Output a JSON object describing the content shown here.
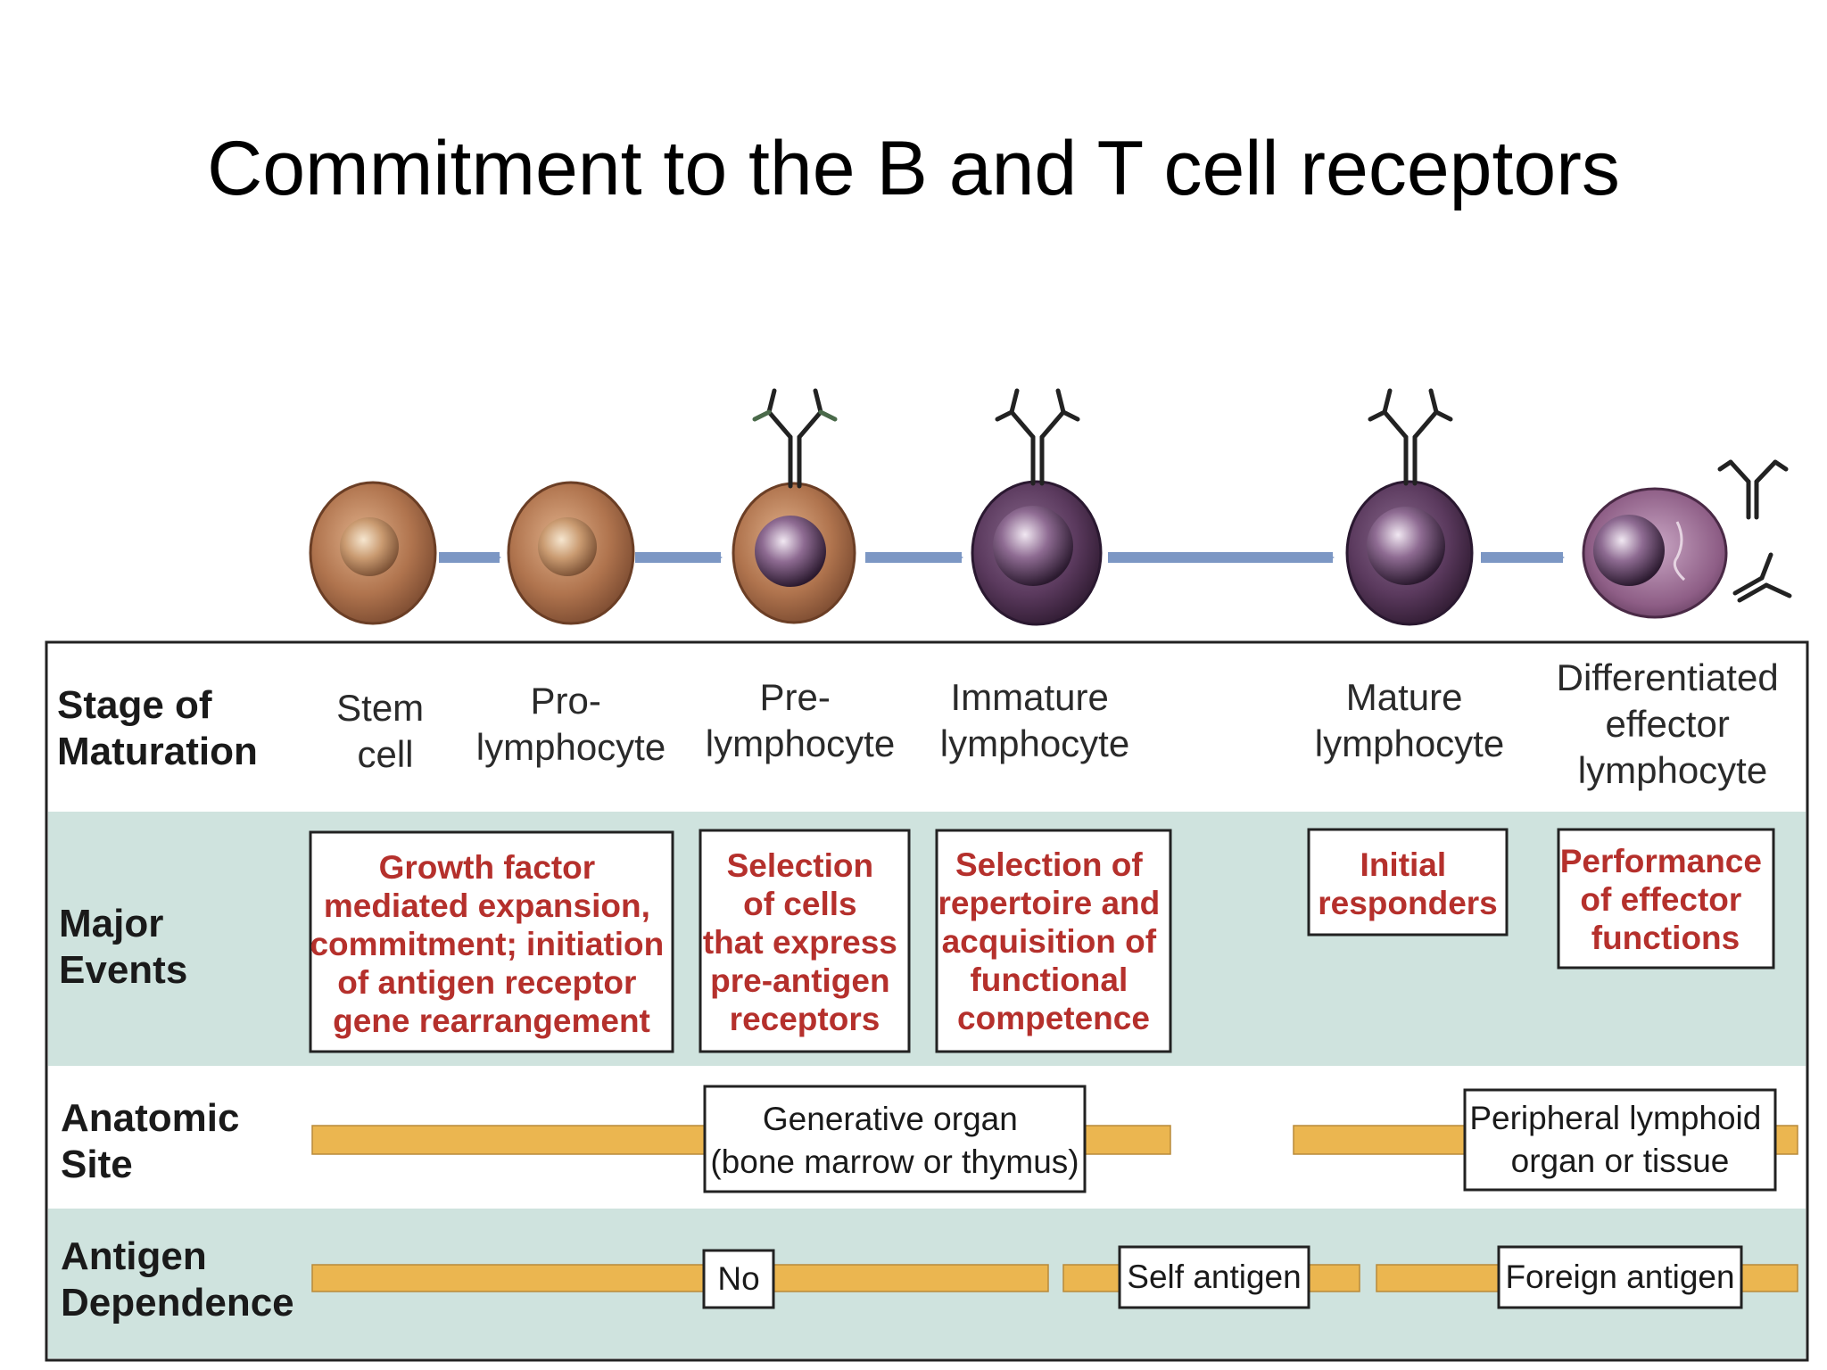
{
  "title": "Commitment to the B and T cell receptors",
  "row_labels": {
    "stage": [
      "Stage of",
      "Maturation"
    ],
    "events": [
      "Major",
      "Events"
    ],
    "site": [
      "Anatomic",
      "Site"
    ],
    "antigen": [
      "Antigen",
      "Dependence"
    ]
  },
  "stages": [
    {
      "lines": [
        "Stem",
        "cell"
      ]
    },
    {
      "lines": [
        "Pro-",
        "lymphocyte"
      ]
    },
    {
      "lines": [
        "Pre-",
        "lymphocyte"
      ]
    },
    {
      "lines": [
        "Immature",
        "lymphocyte"
      ]
    },
    {
      "lines": [
        "Mature",
        "lymphocyte"
      ]
    },
    {
      "lines": [
        "Differentiated",
        "effector",
        "lymphocyte"
      ]
    }
  ],
  "events": [
    {
      "lines": [
        "Growth factor",
        "mediated expansion,",
        "commitment; initiation",
        "of antigen receptor",
        "gene rearrangement"
      ]
    },
    {
      "lines": [
        "Selection",
        "of cells",
        "that express",
        "pre-antigen",
        "receptors"
      ]
    },
    {
      "lines": [
        "Selection of",
        "repertoire and",
        "acquisition of",
        "functional",
        "competence"
      ]
    },
    {
      "lines": [
        "Initial",
        "responders"
      ]
    },
    {
      "lines": [
        "Performance",
        "of effector",
        "functions"
      ]
    }
  ],
  "sites": [
    {
      "lines": [
        "Generative organ",
        "(bone marrow or thymus)"
      ]
    },
    {
      "lines": [
        "Peripheral lymphoid",
        "organ or tissue"
      ]
    }
  ],
  "antigen_labels": [
    {
      "lines": [
        "No"
      ]
    },
    {
      "lines": [
        "Self antigen"
      ]
    },
    {
      "lines": [
        "Foreign antigen"
      ]
    }
  ],
  "colors": {
    "band": "#cfe3de",
    "bar": "#ebb650",
    "arrow": "#7c97c4",
    "event_text": "#b5302c",
    "cell_brown": "#a86a48",
    "cell_purple": "#5b3a5e"
  }
}
